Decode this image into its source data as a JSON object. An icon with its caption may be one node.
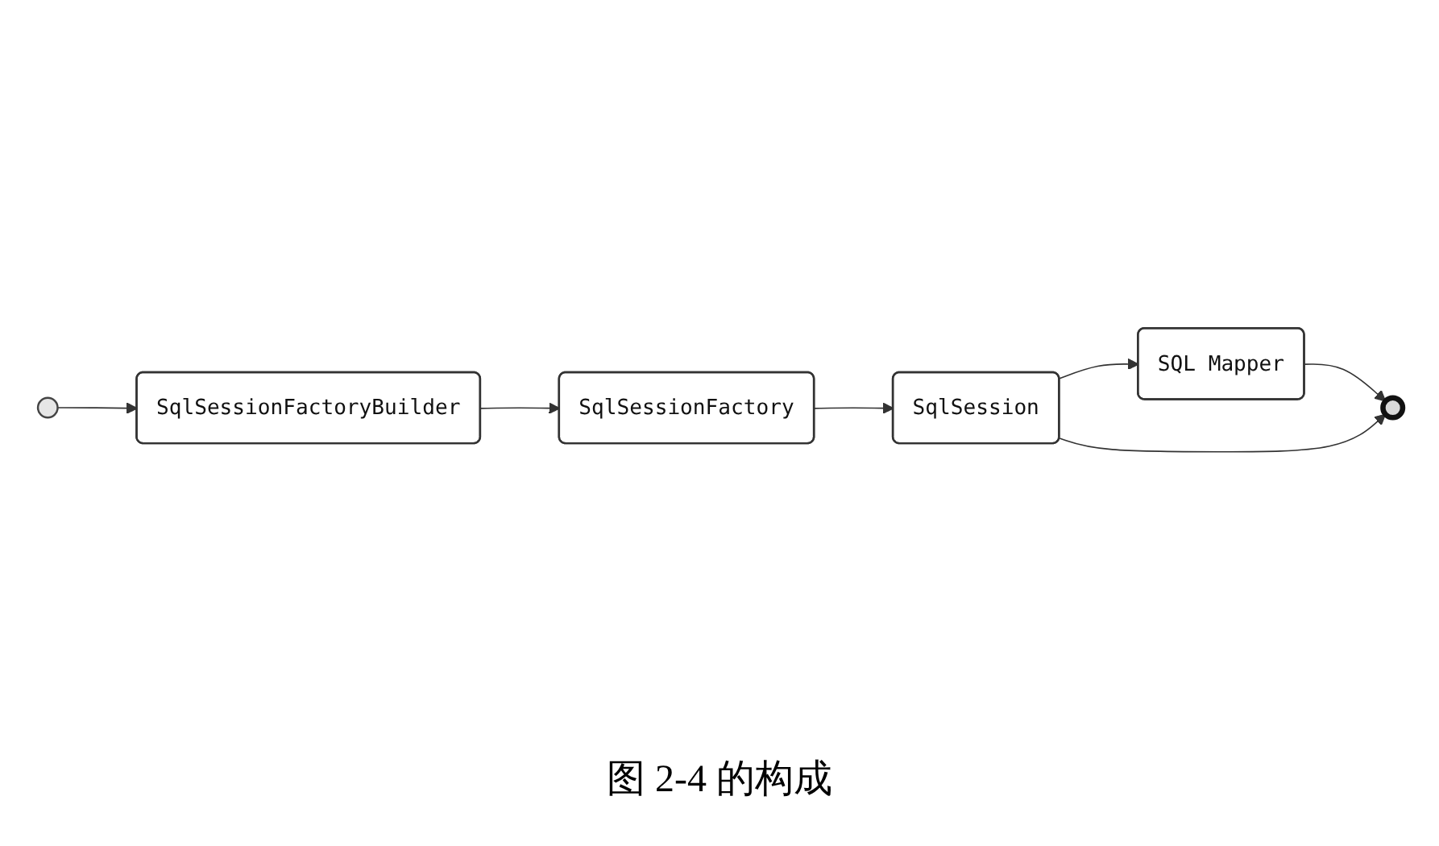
{
  "diagram": {
    "caption": "图 2-4 的构成",
    "nodes": [
      {
        "text": [],
        "shape": "circle"
      },
      {
        "text": [
          "SqlSessionFactoryBuilder"
        ]
      },
      {
        "text": [
          "SqlSessionFactory"
        ]
      },
      {
        "text": [
          "SqlSession"
        ]
      },
      {
        "text": [
          "SQL Mapper"
        ]
      },
      {
        "text": [],
        "shape": "circle"
      }
    ],
    "edges": [
      {
        "from": 0,
        "to": 1,
        "arrow": "to"
      },
      {
        "from": 1,
        "to": 2,
        "arrow": "to"
      },
      {
        "from": 2,
        "to": 3,
        "arrow": "to"
      },
      {
        "from": 3,
        "to": 4,
        "arrow": "to"
      },
      {
        "from": 4,
        "to": 5,
        "arrow": "to"
      },
      {
        "from": 3,
        "to": 5,
        "arrow": "to"
      }
    ]
  }
}
